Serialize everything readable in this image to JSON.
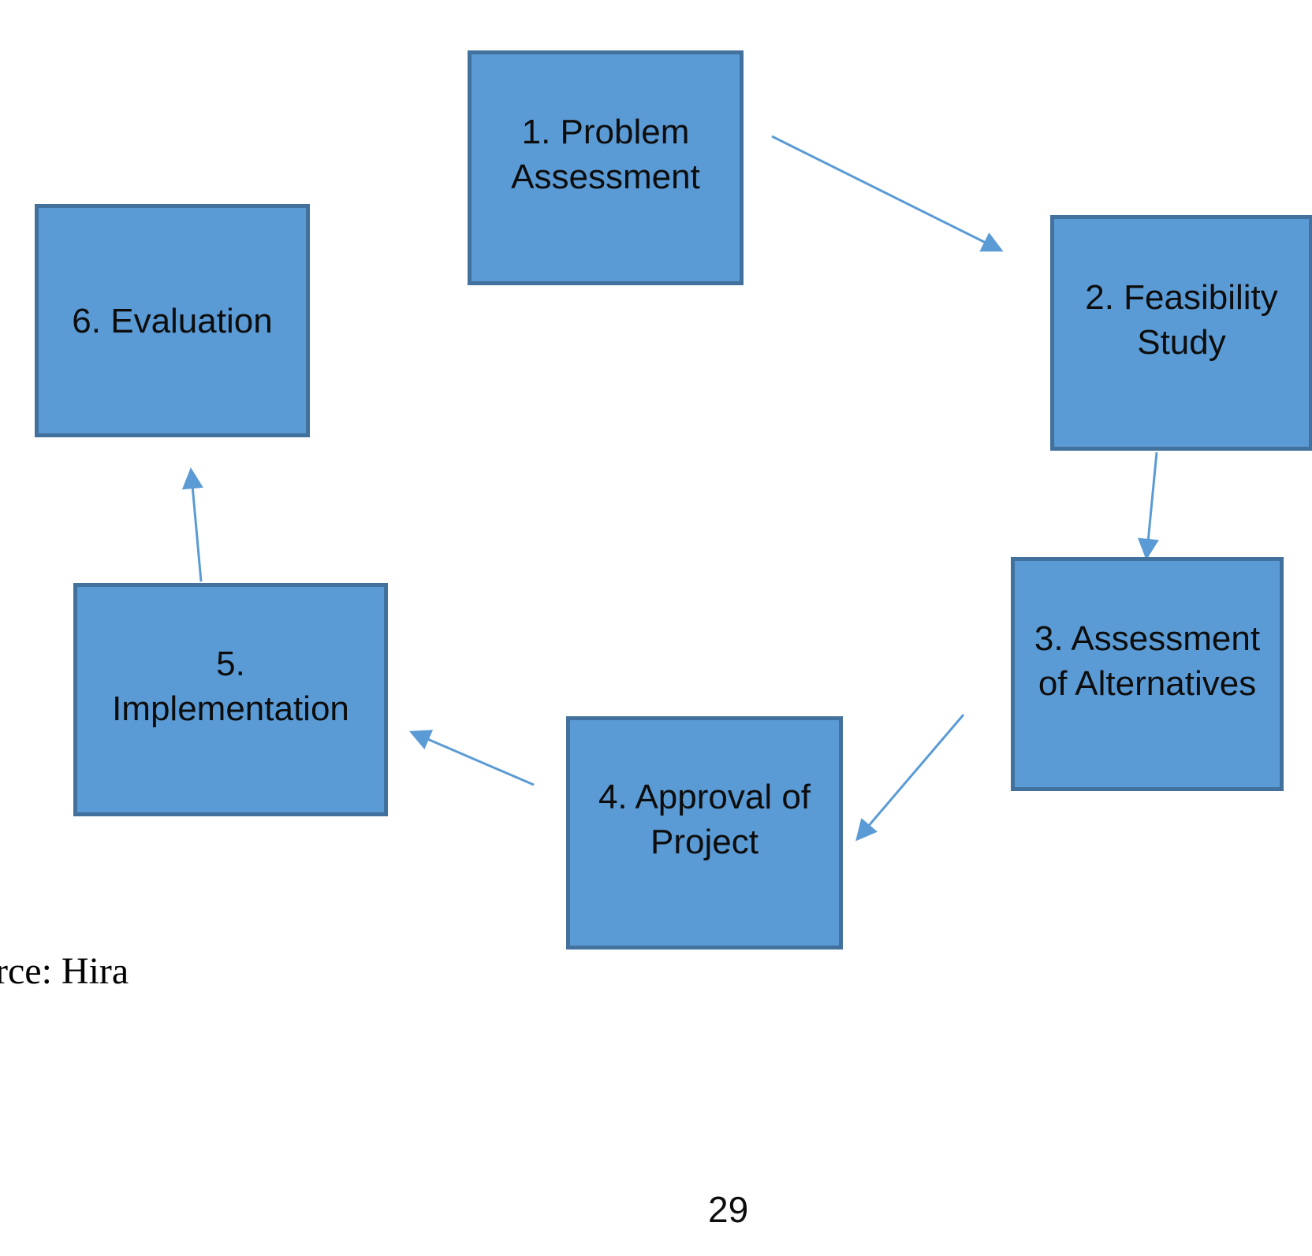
{
  "diagram": {
    "steps": {
      "step1": {
        "line1": "1. Problem",
        "line2": "Assessment"
      },
      "step2": {
        "line1": "2. Feasibility",
        "line2": "Study"
      },
      "step3": {
        "line1": "3. Assessment",
        "line2": "of Alternatives"
      },
      "step4": {
        "line1": "4. Approval of",
        "line2": "Project"
      },
      "step5": {
        "line1": "5.",
        "line2": "Implementation"
      },
      "step6": {
        "line1": "6. Evaluation"
      }
    },
    "connections": [
      {
        "from": "1. Problem Assessment",
        "to": "2. Feasibility Study"
      },
      {
        "from": "2. Feasibility Study",
        "to": "3. Assessment of Alternatives"
      },
      {
        "from": "3. Assessment of Alternatives",
        "to": "4. Approval of Project"
      },
      {
        "from": "4. Approval of Project",
        "to": "5. Implementation"
      },
      {
        "from": "5. Implementation",
        "to": "6. Evaluation"
      }
    ],
    "colors": {
      "box_fill": "#5B9BD5",
      "box_border": "#41719C",
      "arrow": "#5B9BD5",
      "label_text": "#0D0D0D"
    }
  },
  "caption": {
    "visible_text": "rce: Hira"
  },
  "page": {
    "number": "29"
  }
}
